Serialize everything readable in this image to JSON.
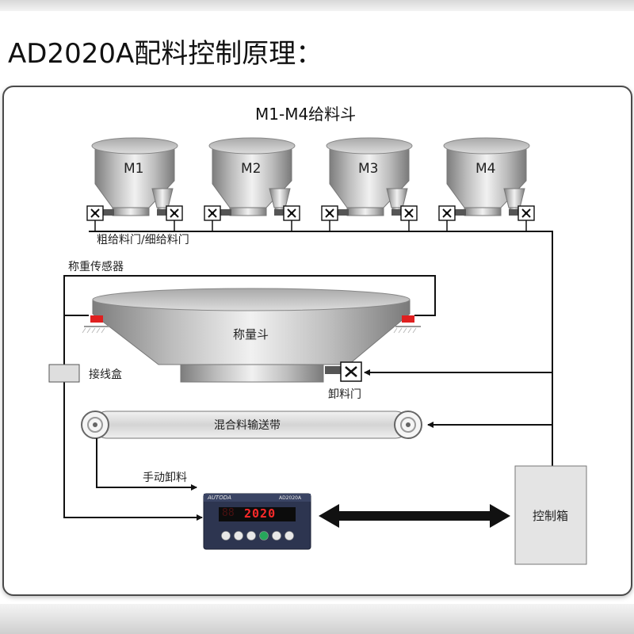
{
  "title": "AD2020A配料控制原理：",
  "hoppers_label": "M1-M4给料斗",
  "hoppers": [
    {
      "label": "M1"
    },
    {
      "label": "M2"
    },
    {
      "label": "M3"
    },
    {
      "label": "M4"
    }
  ],
  "gates_label": "粗给料门/细给料门",
  "sensor_label": "称重传感器",
  "weigh_hopper_label": "称量斗",
  "junction_box_label": "接线盒",
  "discharge_gate_label": "卸料门",
  "conveyor_label": "混合料输送带",
  "manual_discharge_label": "手动卸料",
  "control_box_label": "控制箱",
  "controller": {
    "brand": "AUTODA",
    "model": "AD2020A",
    "display_prefix": "88",
    "display_value": "2020",
    "display_color": "#ff2a2a"
  },
  "colors": {
    "line": "#111111",
    "sensor": "#e02020",
    "hopper_light": "#e6e6e6",
    "hopper_dark": "#8a8a8a"
  }
}
